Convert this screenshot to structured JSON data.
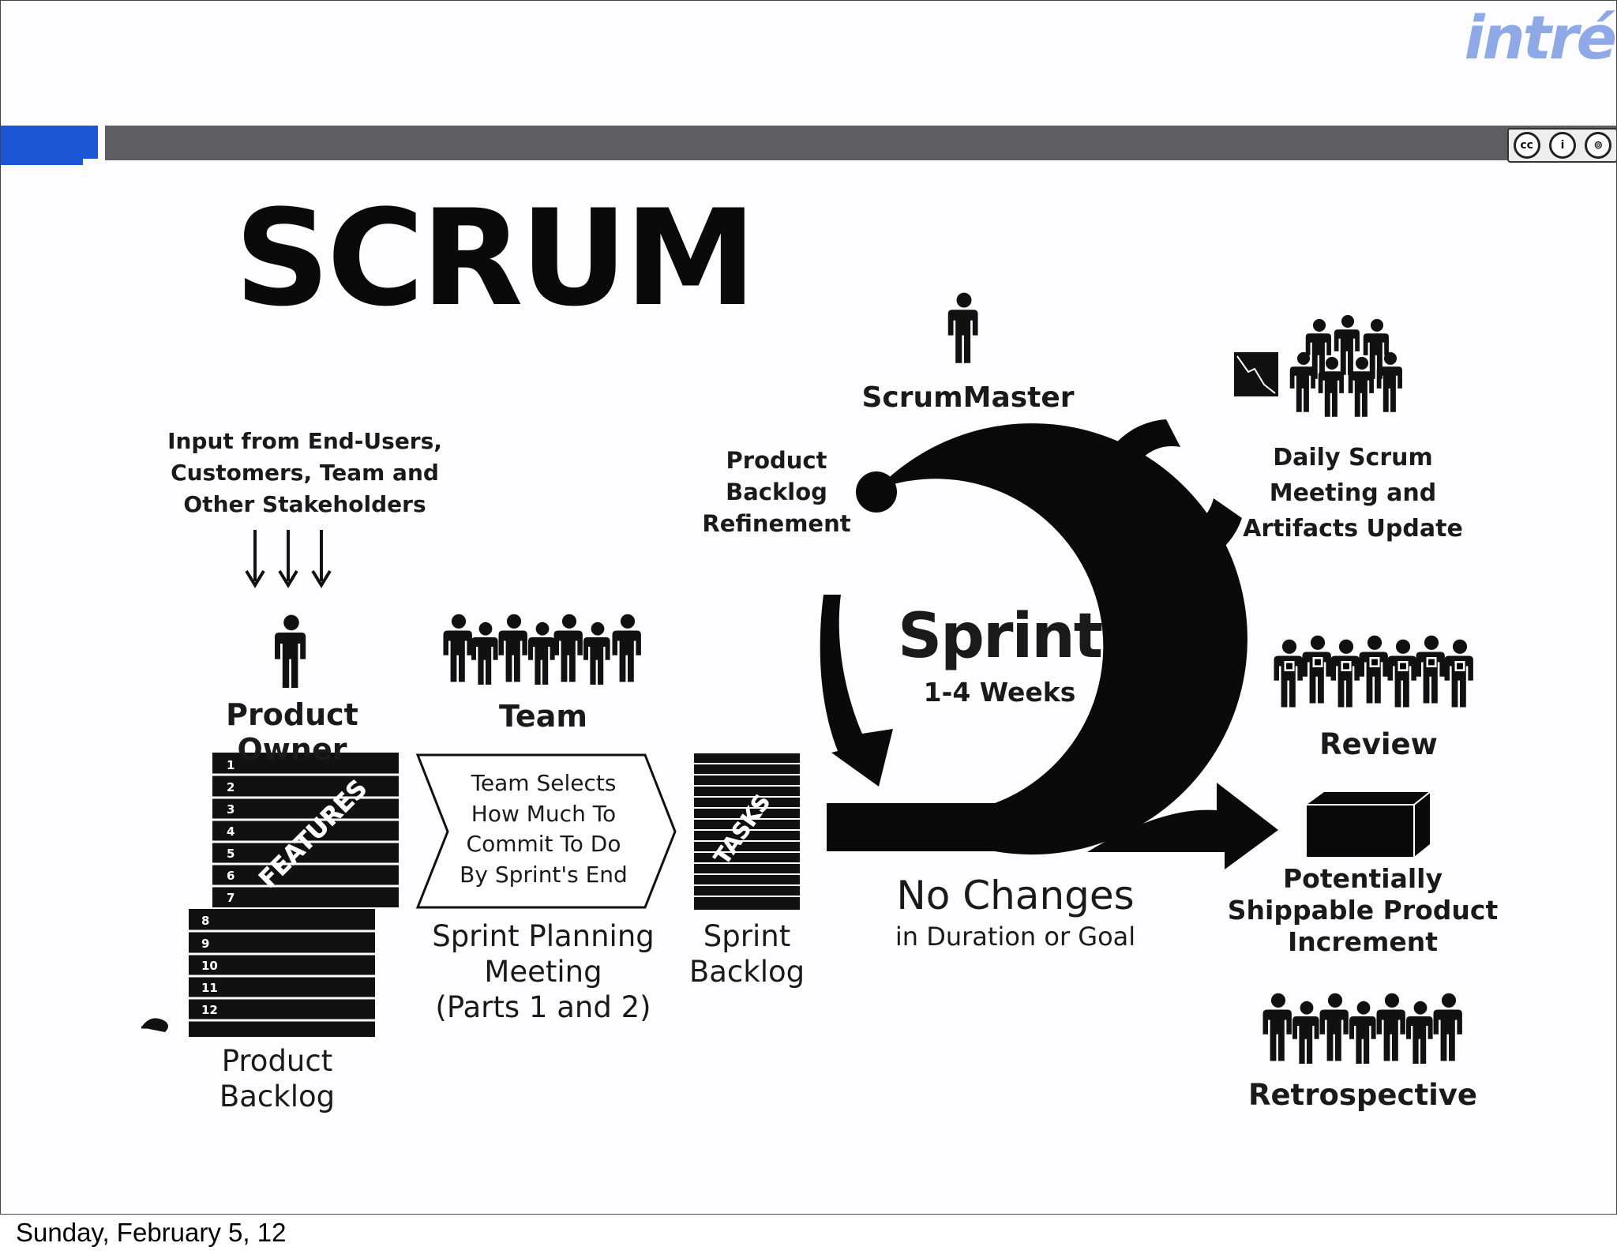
{
  "header": {
    "logo_text": "intré",
    "license_badge": {
      "cc": "cc",
      "by": "i",
      "sa": "⊚"
    }
  },
  "title": "SCRUM",
  "diagram": {
    "input_label": "Input from End-Users,\nCustomers, Team and\nOther Stakeholders",
    "product_owner": "Product Owner",
    "team": "Team",
    "features_label": "FEATURES",
    "backlog_numbers": [
      "1",
      "2",
      "3",
      "4",
      "5",
      "6",
      "7",
      "8",
      "9",
      "10",
      "11",
      "12"
    ],
    "planning_box": "Team Selects\nHow Much To\nCommit To Do\nBy Sprint's End",
    "sprint_planning": "Sprint Planning\nMeeting\n(Parts 1 and 2)",
    "tasks_label": "TASKS",
    "sprint_backlog": "Sprint\nBacklog",
    "product_backlog": "Product\nBacklog",
    "backlog_refinement": "Product\nBacklog\nRefinement",
    "scrum_master": "ScrumMaster",
    "sprint_title": "Sprint",
    "sprint_duration": "1-4 Weeks",
    "no_changes": "No Changes",
    "no_changes_sub": "in Duration or Goal",
    "daily_scrum": "Daily Scrum\nMeeting and\nArtifacts Update",
    "review": "Review",
    "increment": "Potentially\nShippable Product\nIncrement",
    "retrospective": "Retrospective"
  },
  "footer": {
    "date": "Sunday, February 5, 12"
  }
}
